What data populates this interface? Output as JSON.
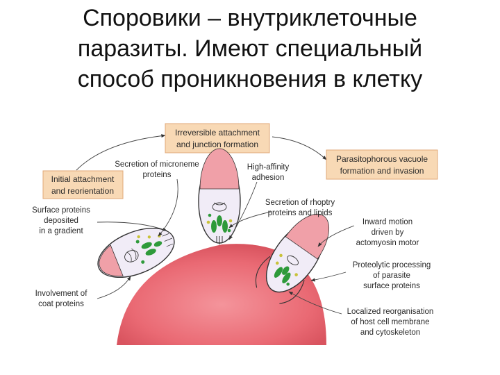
{
  "title": {
    "line1": "Споровики – внутриклеточные",
    "line2": "паразиты. Имеют специальный",
    "line3": "способ проникновения в клетку"
  },
  "stages": {
    "initial": [
      "Initial attachment",
      "and reorientation"
    ],
    "irreversible": [
      "Irreversible attachment",
      "and junction formation"
    ],
    "vacuole": [
      "Parasitophorous vacuole",
      "formation and invasion"
    ]
  },
  "labels": {
    "surface": [
      "Surface proteins",
      "deposited",
      "in a gradient"
    ],
    "coat": [
      "Involvement of",
      "coat proteins"
    ],
    "microneme": [
      "Secretion of microneme",
      "proteins"
    ],
    "affinity": [
      "High-affinity",
      "adhesion"
    ],
    "rhoptry": [
      "Secretion of rhoptry",
      "proteins and lipids"
    ],
    "inward": [
      "Inward motion",
      "driven by",
      "actomyosin motor"
    ],
    "proteolytic": [
      "Proteolytic processing",
      "of parasite",
      "surface proteins"
    ],
    "localized": [
      "Localized reorganisation",
      "of host cell membrane",
      "and cytoskeleton"
    ]
  },
  "colors": {
    "host_cell": "#e8606a",
    "host_cell_light": "#f7b4b9",
    "stage_box": "#f8d9b5",
    "organelle_green": "#2e9a3a",
    "nucleus_pink": "#f0a0a8",
    "parasite_fill": "#f1ecf7"
  }
}
